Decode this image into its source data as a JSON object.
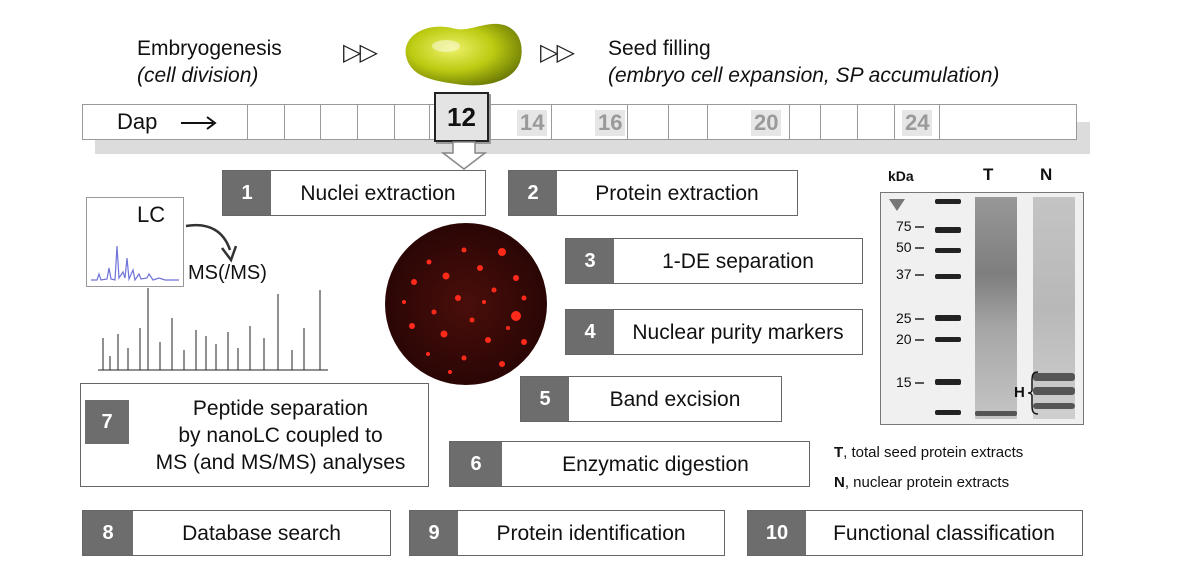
{
  "stages": {
    "left_title": "Embryogenesis",
    "left_sub": "(cell division)",
    "right_title": "Seed filling",
    "right_sub": "(embryo cell expansion, SP accumulation)",
    "arrow_glyph": "▷▷"
  },
  "timeline": {
    "axis_label": "Dap",
    "highlight_day": "12",
    "days": [
      "14",
      "16",
      "20",
      "24"
    ]
  },
  "steps": [
    {
      "num": "1",
      "label": "Nuclei extraction"
    },
    {
      "num": "2",
      "label": "Protein extraction"
    },
    {
      "num": "3",
      "label": "1-DE separation"
    },
    {
      "num": "4",
      "label": "Nuclear purity markers"
    },
    {
      "num": "5",
      "label": "Band excision"
    },
    {
      "num": "6",
      "label": "Enzymatic digestion"
    },
    {
      "num": "7",
      "label_lines": [
        "Peptide separation",
        "by nanoLC coupled to",
        "MS (and MS/MS) analyses"
      ]
    },
    {
      "num": "8",
      "label": "Database search"
    },
    {
      "num": "9",
      "label": "Protein identification"
    },
    {
      "num": "10",
      "label": "Functional classification"
    }
  ],
  "lcms": {
    "lc_label": "LC",
    "ms_label": "MS(/MS)"
  },
  "gel": {
    "unit": "kDa",
    "lanes": [
      "T",
      "N"
    ],
    "markers": [
      "75",
      "50",
      "37",
      "25",
      "20",
      "15"
    ],
    "band_label": "H",
    "legend": [
      {
        "key": "T",
        "text": ", total seed protein extracts"
      },
      {
        "key": "N",
        "text": ", nuclear protein extracts"
      }
    ]
  },
  "colors": {
    "step_number_bg": "#6d6d6d",
    "seed": "#c6d317",
    "micrograph_bg": "#3a0a08",
    "nuclei": "#ff2a1a",
    "spectrum": "#6f73d8"
  }
}
